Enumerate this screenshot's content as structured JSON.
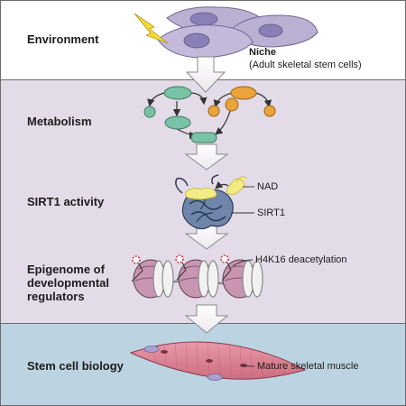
{
  "stages": {
    "environment": "Environment",
    "metabolism": "Metabolism",
    "sirt1_activity": "SIRT1 activity",
    "epigenome": [
      "Epigenome of",
      "developmental",
      "regulators"
    ],
    "stem_cell_biology": "Stem cell biology"
  },
  "annotations": {
    "niche_title": "Niche",
    "niche_detail": "(Adult skeletal stem cells)",
    "nad": "NAD",
    "sirt1": "SIRT1",
    "h4k16": "H4K16 deacetylation",
    "muscle": "Mature skeletal muscle"
  },
  "colors": {
    "band_environment": "#ffffff",
    "band_middle": "#e3dbe7",
    "band_bottom": "#bcd4e2",
    "cell": "#b9b0d2",
    "nucleus": "#8a7fb6",
    "metabolite_green": "#79c2a6",
    "metabolite_orange": "#eba33c",
    "nad_yellow": "#f3ec83",
    "protein": "#5e7599",
    "nucleosome": "#c995b2",
    "muscle": "#d77d8f"
  },
  "icons": [
    "lightning-bolt-icon",
    "flow-arrow-icon",
    "acetyl-mark-icon"
  ]
}
